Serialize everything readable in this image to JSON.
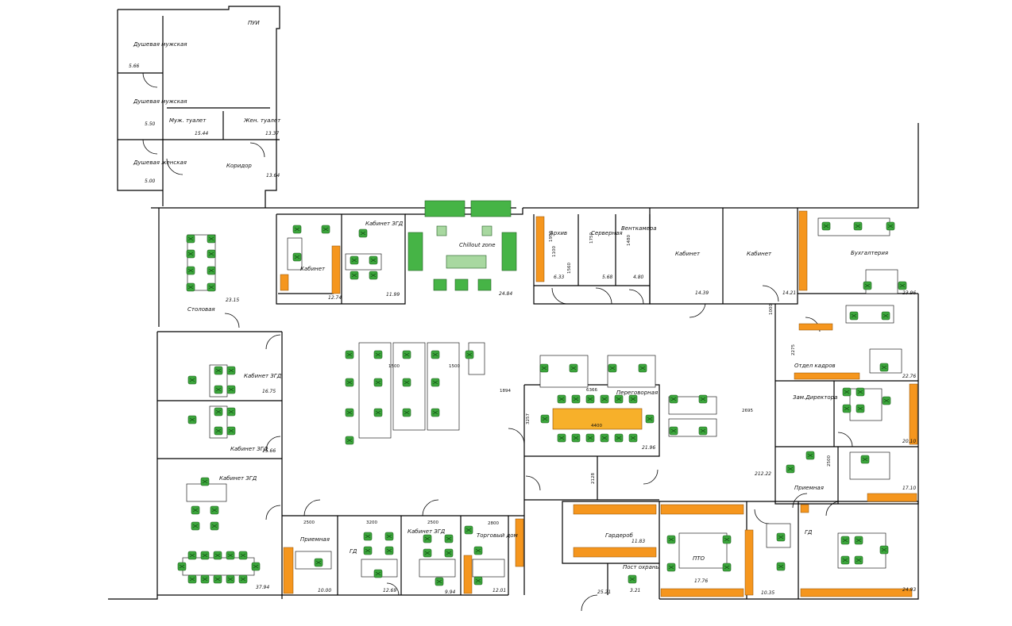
{
  "colors": {
    "wall": "#000000",
    "furniture_orange": "#F5961E",
    "chair_green": "#3CA63C",
    "sofa_green": "#46B446",
    "table_orange": "#F7B02A",
    "chillout_table": "#A8D8A0"
  },
  "rooms": [
    {
      "name": "Душевая мужская",
      "area": "5.66"
    },
    {
      "name": "Душевая мужская",
      "area": "5.50"
    },
    {
      "name": "Душевая женская",
      "area": "5.00"
    },
    {
      "name": "ПУИ",
      "area": ""
    },
    {
      "name": "Муж. туалет",
      "area": "15.44"
    },
    {
      "name": "Жен. туалет",
      "area": "13.37"
    },
    {
      "name": "Коридор",
      "area": "13.64"
    },
    {
      "name": "Столовая",
      "area": "23.15"
    },
    {
      "name": "Кабинет",
      "area": "12.74"
    },
    {
      "name": "Кабинет ЗГД",
      "area": "11.99"
    },
    {
      "name": "Chillout zone",
      "area": "24.84"
    },
    {
      "name": "Архив",
      "area": "6.33"
    },
    {
      "name": "Серверная",
      "area": "5.68"
    },
    {
      "name": "Венткамера",
      "area": "4.80"
    },
    {
      "name": "Кабинет",
      "area": "14.39"
    },
    {
      "name": "Кабинет",
      "area": "14.21"
    },
    {
      "name": "Бухгалтерия",
      "area": "23.96"
    },
    {
      "name": "Отдел кадров",
      "area": "22.76"
    },
    {
      "name": "Кабинет ЗГД",
      "area": "16.75"
    },
    {
      "name": "Кабинет ЗГД",
      "area": "15.66"
    },
    {
      "name": "Переговорная",
      "area": "21.96"
    },
    {
      "name": "Зам.Директора",
      "area": "20.10"
    },
    {
      "name": "Приемная",
      "area": "17.10"
    },
    {
      "name": "Кабинет ЗГД",
      "area": "37.94"
    },
    {
      "name": "Приемная",
      "area": "10.00"
    },
    {
      "name": "ГД",
      "area": "12.69"
    },
    {
      "name": "Кабинет ЗГД",
      "area": "9.94"
    },
    {
      "name": "Торговый дом",
      "area": "12.01"
    },
    {
      "name": "Гардероб",
      "area": "11.83"
    },
    {
      "name": "Пост охраны",
      "area": "3.21"
    },
    {
      "name": "ПТО",
      "area": "17.76"
    },
    {
      "name": "ГД",
      "area": "24.93"
    }
  ],
  "extra_areas": [
    "212.22",
    "25.21",
    "10.35"
  ],
  "dimensions": [
    "1500",
    "1500",
    "1894",
    "6366",
    "2695",
    "4400",
    "2500",
    "3200",
    "2500",
    "2800",
    "1950",
    "1750",
    "1480",
    "1100",
    "1560",
    "2500",
    "3257",
    "2275",
    "2128",
    "1000"
  ]
}
